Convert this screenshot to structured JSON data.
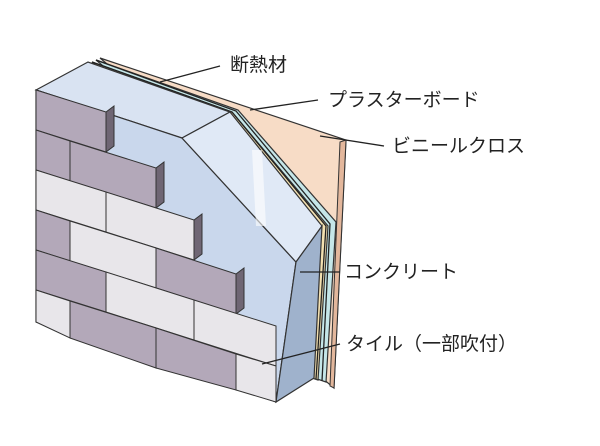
{
  "labels": {
    "insulation": "断熱材",
    "plasterboard": "プラスターボード",
    "vinyl_cloth": "ビニールクロス",
    "concrete": "コンクリート",
    "tile": "タイル（一部吹付）"
  },
  "colors": {
    "concrete_face": "#c9d7ec",
    "concrete_side": "#9fb2cc",
    "concrete_bevel": "#e0e9f6",
    "insulation": "#f3e0b0",
    "plasterboard": "#c5e6e8",
    "vinyl_cloth": "#f7dcc6",
    "tile_purple": "#b3a8b9",
    "tile_light": "#e8e6ea",
    "tile_side": "#6f6674",
    "outline": "#333333"
  }
}
